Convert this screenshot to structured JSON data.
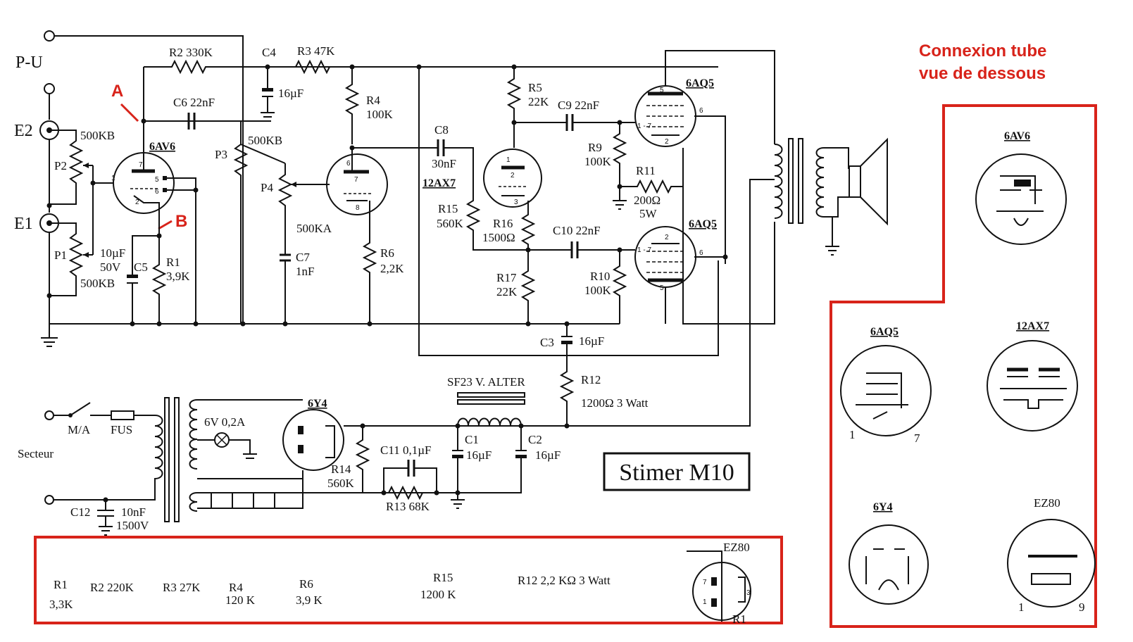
{
  "inputs": {
    "pu": "P-U",
    "e2": "E2",
    "e1": "E1",
    "mark_a": "A",
    "mark_b": "B"
  },
  "pots": {
    "p2_label": "P2",
    "p2_value": "500KB",
    "p1_label": "P1",
    "p1_value": "500KB",
    "p3_label": "P3",
    "p3_value": "500KB",
    "p4_label": "P4",
    "p4_value": "500KA"
  },
  "resistors": {
    "r1": "R1",
    "r1_val": "3,9K",
    "r2": "R2  330K",
    "r3": "R3  47K",
    "r4": "R4",
    "r4_val": "100K",
    "r5": "R5",
    "r5_val": "22K",
    "r6": "R6",
    "r6_val": "2,2K",
    "r9": "R9",
    "r9_val": "100K",
    "r10": "R10",
    "r10_val": "100K",
    "r11": "R11",
    "r11_val": "200Ω",
    "r11_w": "5W",
    "r12": "R12",
    "r12_val": "1200Ω  3 Watt",
    "r13": "R13  68K",
    "r14": "R14",
    "r14_val": "560K",
    "r15": "R15",
    "r15_val": "560K",
    "r16": "R16",
    "r16_val": "1500Ω",
    "r17": "R17",
    "r17_val": "22K"
  },
  "capacitors": {
    "c1": "C1",
    "c1_val": "16µF",
    "c2": "C2",
    "c2_val": "16µF",
    "c3": "C3",
    "c3_val": "16µF",
    "c4": "C4",
    "c4_val": "16µF",
    "c5": "C5",
    "c5_val1": "10µF",
    "c5_val2": "50V",
    "c6": "C6  22nF",
    "c7": "C7",
    "c7_val": "1nF",
    "c8": "C8",
    "c8_val": "30nF",
    "c9": "C9  22nF",
    "c10": "C10  22nF",
    "c11": "C11  0,1µF",
    "c12": "C12",
    "c12_val1": "10nF",
    "c12_val2": "1500V"
  },
  "tubes": {
    "t1": "6AV6",
    "t2": "12AX7",
    "t3": "6AQ5",
    "t4": "6AQ5",
    "t5": "6Y4"
  },
  "power": {
    "secteur": "Secteur",
    "ma": "M/A",
    "fus": "FUS",
    "lamp": "6V 0,2A",
    "choke": "SF23 V. ALTER"
  },
  "title": "Stimer M10",
  "connexion": {
    "line1": "Connexion tube",
    "line2": "vue de dessous",
    "tubes": [
      "6AV6",
      "6AQ5",
      "12AX7",
      "6Y4",
      "EZ80"
    ],
    "pin_6aq5_a": "1",
    "pin_6aq5_b": "7",
    "pin_ez80_a": "1",
    "pin_ez80_b": "9"
  },
  "variants": {
    "r1": "R1",
    "r1_val": "3,3K",
    "r2": "R2  220K",
    "r3": "R3  27K",
    "r4": "R4",
    "r4_val": "120 K",
    "r6": "R6",
    "r6_val": "3,9 K",
    "r15": "R15",
    "r15_val": "1200 K",
    "r12": "R12  2,2 KΩ  3 Watt",
    "ez80": "EZ80",
    "r1_cut": "R1"
  },
  "colors": {
    "accent_red": "#d8231a"
  }
}
